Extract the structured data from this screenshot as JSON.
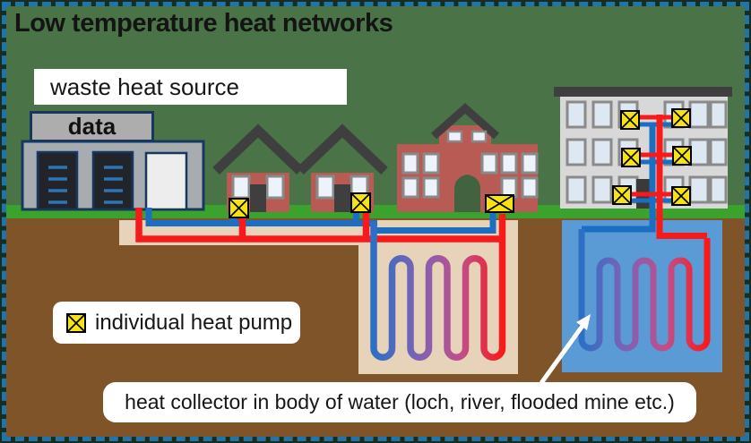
{
  "header": {
    "title": "Low temperature heat networks"
  },
  "labels": {
    "waste_heat_source": "waste heat source",
    "data_sign": "data",
    "individual_heat_pump": "individual heat pump",
    "heat_collector": "heat collector in body of water (loch, river, flooded mine etc.)"
  },
  "icons": {
    "heat_pump": "yellow-square-with-black-x-heat-pump-icon",
    "arrow": "white-arrow-pointing-to-water-collector"
  },
  "colors": {
    "background_green": "#4A7348",
    "grass_green": "#3CA22E",
    "ground_brown": "#7E5428",
    "trench_beige": "#E6D3B9",
    "water_blue": "#5B9BD5",
    "pipe_warm_red": "#F81A1A",
    "pipe_cold_blue": "#1B6EC2",
    "heat_pump_yellow": "#F6E311",
    "building_red": "#B75B54",
    "roof_grey": "#3F3F3F",
    "border_dash_blue": "#2273A8"
  },
  "diagram": {
    "buildings": [
      "data centre (waste heat source)",
      "house",
      "house",
      "school",
      "apartment block"
    ],
    "heat_pump_count": 9,
    "collectors": [
      "ground loop collector under street",
      "heat collector in body of water"
    ]
  }
}
